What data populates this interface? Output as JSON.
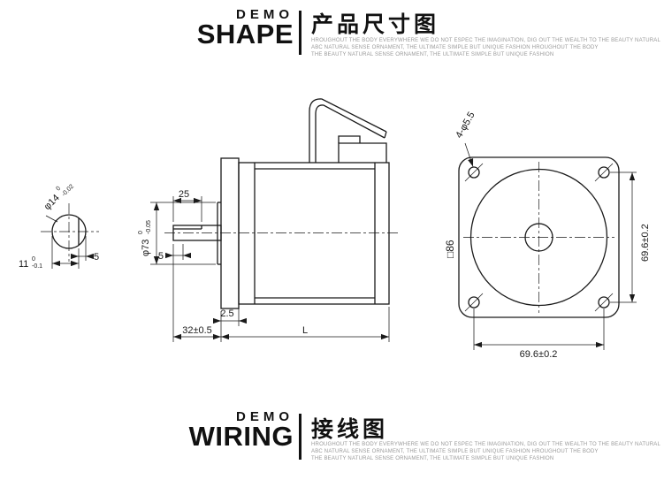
{
  "colors": {
    "ink": "#1a1a1a",
    "muted_gray": "#9a9a9a"
  },
  "header_top": {
    "brand_small": "DEMO",
    "brand_large": "SHAPE",
    "title": "产品尺寸图",
    "fineprint": [
      "HROUGHOUT THE BODY EVERYWHERE WE DO NOT ESPEC THE IMAGINATION, DIG OUT THE WEALTH TO THE BEAUTY NATURAL",
      "ABC NATURAL SENSE ORNAMENT, THE ULTIMATE SIMPLE BUT UNIQUE FASHION HROUGHOUT THE BODY",
      "THE BEAUTY NATURAL SENSE ORNAMENT, THE ULTIMATE SIMPLE BUT UNIQUE FASHION"
    ]
  },
  "header_bottom": {
    "brand_small": "DEMO",
    "brand_large": "WIRING",
    "title": "接线图",
    "fineprint": [
      "HROUGHOUT THE BODY EVERYWHERE WE DO NOT ESPEC THE IMAGINATION, DIG OUT THE WEALTH TO THE BEAUTY NATURAL",
      "ABC NATURAL SENSE ORNAMENT, THE ULTIMATE SIMPLE BUT UNIQUE FASHION HROUGHOUT THE BODY",
      "THE BEAUTY NATURAL SENSE ORNAMENT, THE ULTIMATE SIMPLE BUT UNIQUE FASHION"
    ]
  },
  "drawing": {
    "shaft_end_view": {
      "dia": "φ14",
      "dia_tol_upper": "0",
      "dia_tol_lower": "-0.02",
      "flat": "11",
      "flat_tol_upper": "0",
      "flat_tol_lower": "-0.1",
      "depth": "5"
    },
    "side_view": {
      "key_length": "25",
      "step": "5",
      "pilot_dia": "φ73",
      "pilot_tol_upper": "0",
      "pilot_tol_lower": "-0.05",
      "boss": "2.5",
      "shaft_len": "32±0.5",
      "body_len": "L"
    },
    "front_view": {
      "holes": "4-φ5.5",
      "square": "□86",
      "spacing_v": "69.6±0.2",
      "spacing_h": "69.6±0.2"
    }
  }
}
